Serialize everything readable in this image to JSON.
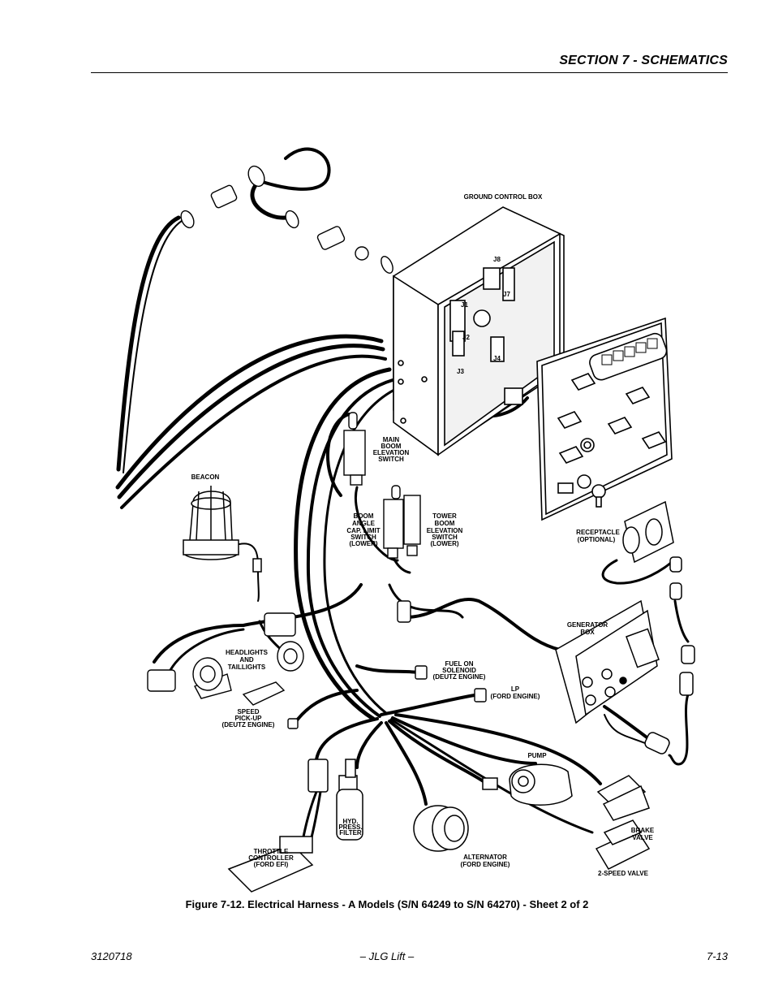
{
  "header": {
    "section_title": "SECTION 7 - SCHEMATICS"
  },
  "diagram": {
    "labels": {
      "ground_control_box": "GROUND CONTROL BOX",
      "j8": "J8",
      "j7": "J7",
      "j1": "J1",
      "j2": "J2",
      "j3": "J3",
      "j4": "J4",
      "beacon": "BEACON",
      "main_boom": [
        "MAIN",
        "BOOM",
        "ELEVATION",
        "SWITCH"
      ],
      "boom_angle": [
        "BOOM",
        "ANGLE",
        "CAP. LIMIT",
        "SWITCH",
        "(LOWER)"
      ],
      "tower_boom": [
        "TOWER",
        "BOOM",
        "ELEVATION",
        "SWITCH",
        "(LOWER)"
      ],
      "receptacle": [
        "RECEPTACLE",
        "(OPTIONAL)"
      ],
      "generator_box": [
        "GENERATOR",
        "BOX"
      ],
      "headlights": [
        "HEADLIGHTS",
        "AND",
        "TAILLIGHTS"
      ],
      "fuel_on": [
        "FUEL ON",
        "SOLENOID",
        "(DEUTZ ENGINE)"
      ],
      "lp": [
        "LP",
        "(FORD ENGINE)"
      ],
      "speed_pickup": [
        "SPEED",
        "PICK-UP",
        "(DEUTZ ENGINE)"
      ],
      "pump": "PUMP",
      "hyd_filter": [
        "HYD.",
        "PRESS.",
        "FILTER"
      ],
      "brake_valve": [
        "BRAKE",
        "VALVE"
      ],
      "throttle": [
        "THROTTLE",
        "CONTROLLER",
        "(FORD EFI)"
      ],
      "alternator": [
        "ALTERNATOR",
        "(FORD ENGINE)"
      ],
      "two_speed_valve": "2-SPEED VALVE"
    }
  },
  "caption": "Figure 7-12.  Electrical Harness - A Models (S/N 64249 to S/N 64270) - Sheet 2 of 2",
  "footer": {
    "left": "3120718",
    "center": "– JLG Lift –",
    "right": "7-13"
  }
}
